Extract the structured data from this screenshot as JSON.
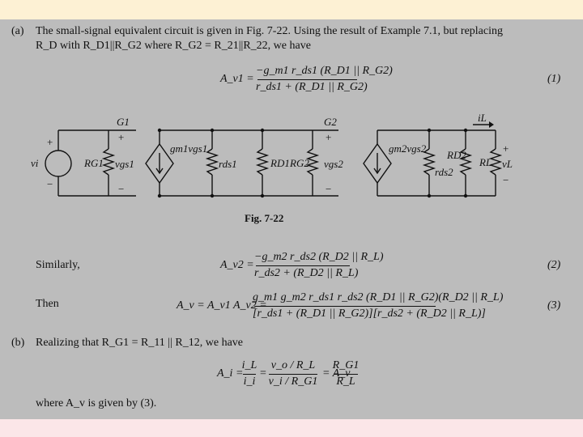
{
  "part_a": {
    "label": "(a)",
    "line1": "The small-signal equivalent circuit is given in Fig. 7-22.   Using the result of Example 7.1, but replacing",
    "line2": "R_D with R_D1||R_G2 where R_G2 = R_21||R_22, we have"
  },
  "eq1": {
    "lhs": "A_v1 =",
    "numerator": "−g_m1 r_ds1 (R_D1 || R_G2)",
    "denominator": "r_ds1 + (R_D1 || R_G2)",
    "number": "(1)"
  },
  "figure": {
    "caption": "Fig. 7-22",
    "labels": {
      "g1": "G1",
      "g2": "G2",
      "il": "iL",
      "vi": "vi",
      "rg1": "RG1",
      "vgs1": "vgs1",
      "gm1": "gm1vgs1",
      "rds1": "rds1",
      "rd1": "RD1",
      "rg2": "RG2",
      "vgs2": "vgs2",
      "gm2": "gm2vgs2",
      "rd2": "RD2",
      "rds2": "rds2",
      "rl": "RL",
      "vl": "vL",
      "plus": "+",
      "minus": "−"
    }
  },
  "similarly": {
    "label": "Similarly,",
    "lhs": "A_v2 =",
    "numerator": "−g_m2 r_ds2 (R_D2 || R_L)",
    "denominator": "r_ds2 + (R_D2 || R_L)",
    "number": "(2)"
  },
  "then": {
    "label": "Then",
    "lhs": "A_v = A_v1 A_v2 =",
    "numerator": "g_m1 g_m2 r_ds1 r_ds2 (R_D1 || R_G2)(R_D2 || R_L)",
    "denominator": "[r_ds1 + (R_D1 || R_G2)][r_ds2 + (R_D2 || R_L)]",
    "number": "(3)"
  },
  "part_b": {
    "label": "(b)",
    "text": "Realizing that R_G1 = R_11 || R_12, we have"
  },
  "eq4": {
    "lhs": "A_i =",
    "f1_num": "i_L",
    "f1_den": "i_i",
    "f2_num": "v_o / R_L",
    "f2_den": "v_i / R_G1",
    "mid": "= A_v",
    "f3_num": "R_G1",
    "f3_den": "R_L"
  },
  "footer": "where A_v is given by (3)."
}
